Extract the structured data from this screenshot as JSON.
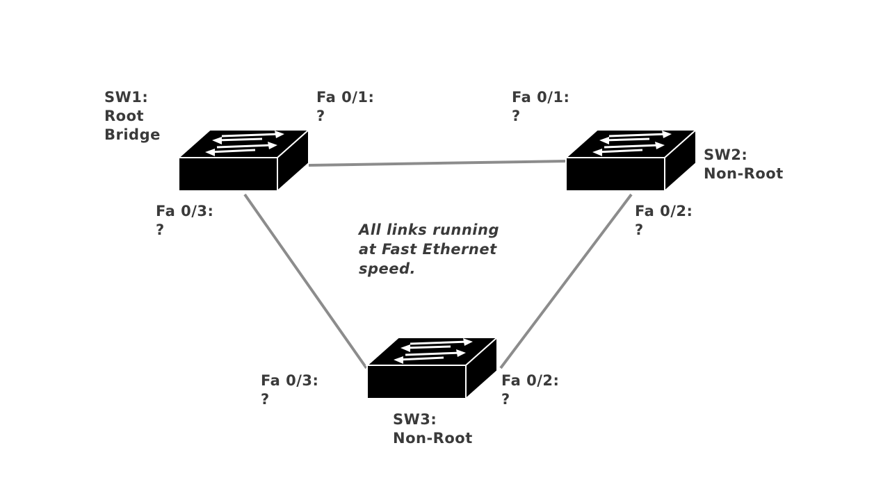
{
  "switches": [
    {
      "id": "sw1",
      "name": "SW1:",
      "role_lines": [
        "Root",
        "Bridge"
      ]
    },
    {
      "id": "sw2",
      "name": "SW2:",
      "role_lines": [
        "Non-Root"
      ]
    },
    {
      "id": "sw3",
      "name": "SW3:",
      "role_lines": [
        "Non-Root"
      ]
    }
  ],
  "ports": {
    "sw1_fa01": {
      "name": "Fa 0/1:",
      "status": "?"
    },
    "sw1_fa03": {
      "name": "Fa 0/3:",
      "status": "?"
    },
    "sw2_fa01": {
      "name": "Fa 0/1:",
      "status": "?"
    },
    "sw2_fa02": {
      "name": "Fa 0/2:",
      "status": "?"
    },
    "sw3_fa03": {
      "name": "Fa 0/3:",
      "status": "?"
    },
    "sw3_fa02": {
      "name": "Fa 0/2:",
      "status": "?"
    }
  },
  "note_lines": [
    "All links running",
    "at Fast Ethernet",
    "speed."
  ],
  "colors": {
    "switch_body": "#000000",
    "switch_arrows": "#ffffff",
    "link": "#8c8c8c",
    "text": "#3a3a3a"
  }
}
